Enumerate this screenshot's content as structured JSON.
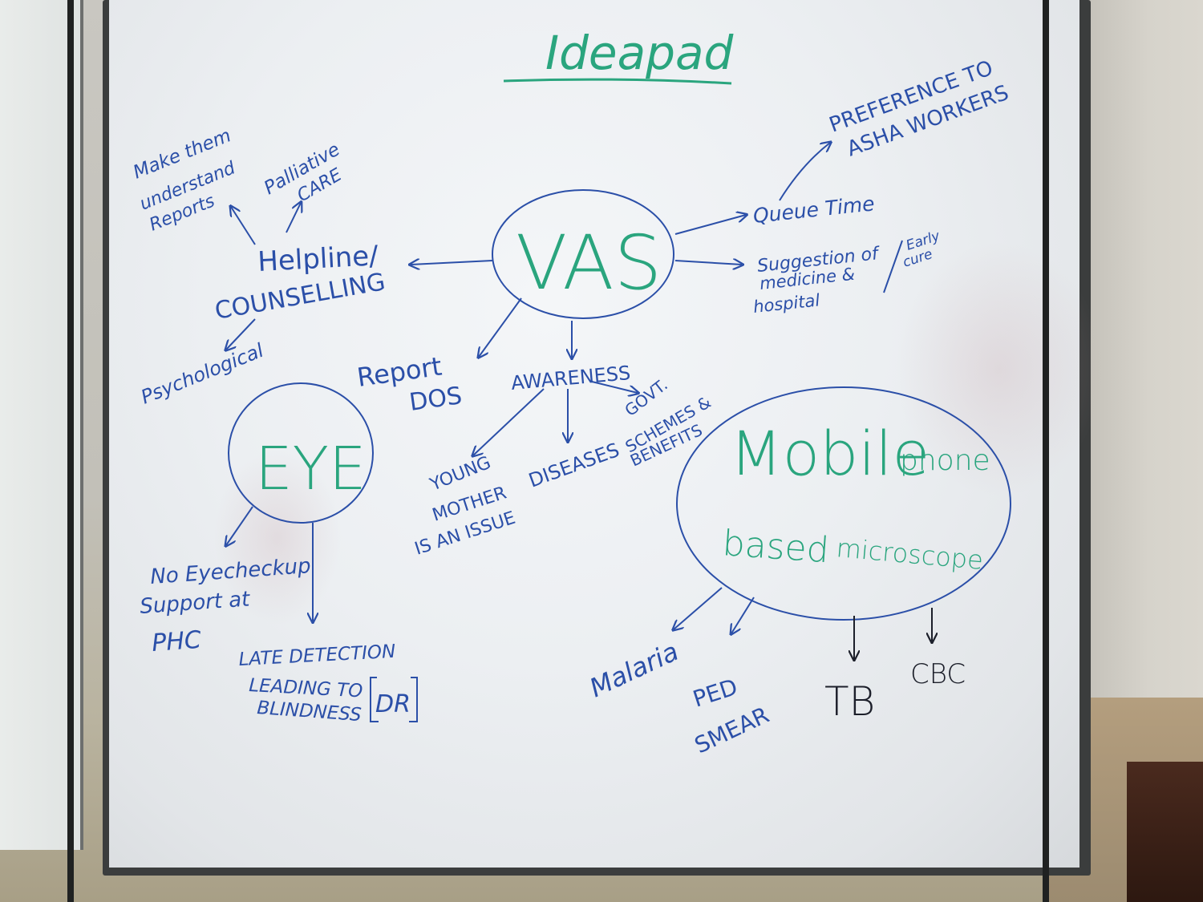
{
  "board": {
    "title": "Ideapad",
    "center": "VAS",
    "helpline": {
      "heading_1": "Helpline/",
      "heading_2": "COUNSELLING",
      "branch_reports_1": "Make them",
      "branch_reports_2": "understand",
      "branch_reports_3": "Reports",
      "branch_palliative_1": "Palliative",
      "branch_palliative_2": "CARE",
      "branch_psych": "Psychological"
    },
    "right": {
      "queue": "Queue Time",
      "asha_1": "PREFERENCE TO",
      "asha_2": "ASHA WORKERS",
      "suggestion_1": "Suggestion of",
      "suggestion_2": "medicine &",
      "suggestion_3": "hospital",
      "early_1": "Early",
      "early_2": "cure"
    },
    "report": {
      "line_1": "Report",
      "line_2": "DOS"
    },
    "awareness": {
      "heading": "AWARENESS",
      "young_1": "YOUNG",
      "young_2": "MOTHER",
      "young_3": "IS AN ISSUE",
      "diseases": "DISEASES",
      "govt_1": "GOVT.",
      "govt_2": "SCHEMES &",
      "govt_3": "BENEFITS"
    },
    "eye": {
      "heading": "EYE",
      "no_checkup_1": "No Eyecheckup",
      "no_checkup_2": "Support at",
      "no_checkup_3": "PHC",
      "late_1": "LATE DETECTION",
      "late_2": "LEADING TO",
      "late_3": "BLINDNESS",
      "late_box": "DR"
    },
    "mobile": {
      "heading_1": "Mobile",
      "heading_2": "phone",
      "heading_3": "based",
      "heading_4": "microscope",
      "malaria": "Malaria",
      "ped_1": "PED",
      "ped_2": "SMEAR",
      "tb": "TB",
      "cbc": "CBC"
    }
  },
  "colors": {
    "blue_ink": "#2b4fa8",
    "green_ink": "#2aa57e",
    "black_ink": "#1c1f2a",
    "board": "#eceff2",
    "frame": "#3b3d3d"
  }
}
